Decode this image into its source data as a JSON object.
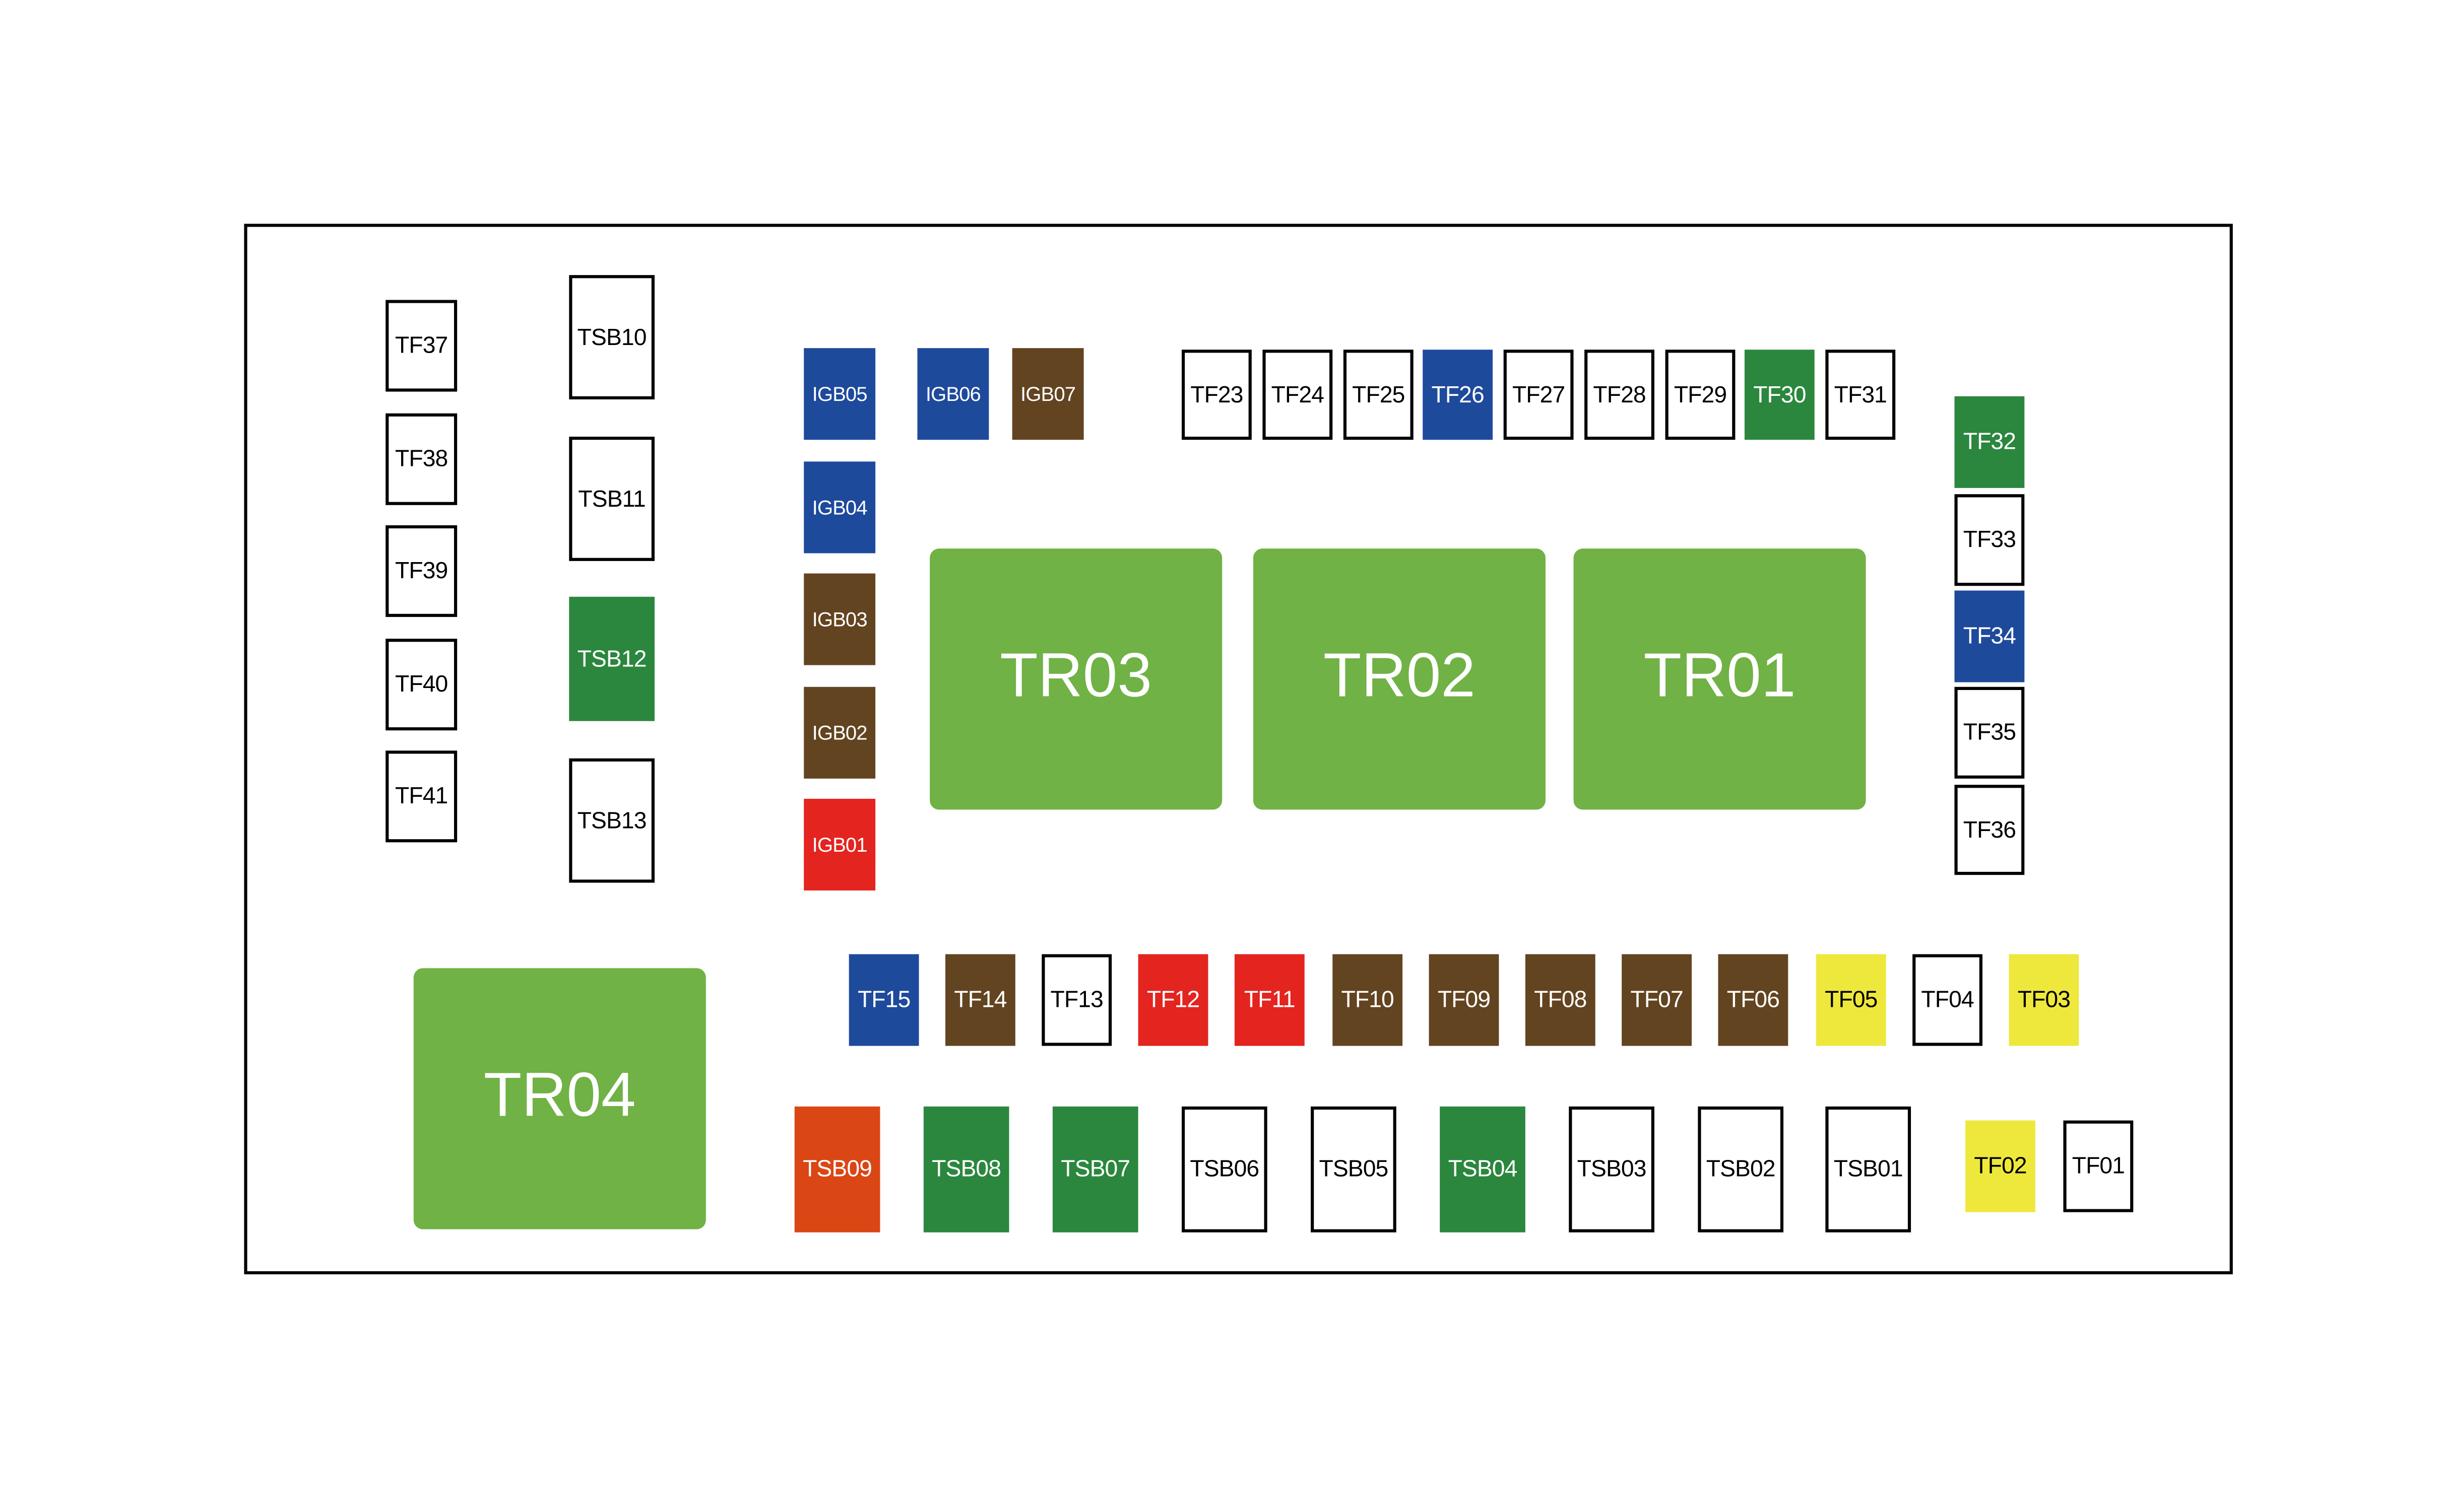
{
  "colors": {
    "blue": "#1e4a9c",
    "brown": "#634420",
    "dark_green": "#2b873e",
    "light_green": "#70b245",
    "red": "#e4241f",
    "orange": "#db4615",
    "yellow": "#eee83c",
    "white": "#ffffff"
  },
  "transformers": [
    {
      "id": "TR01",
      "color": "light_green"
    },
    {
      "id": "TR02",
      "color": "light_green"
    },
    {
      "id": "TR03",
      "color": "light_green"
    },
    {
      "id": "TR04",
      "color": "light_green"
    }
  ],
  "igb": [
    {
      "id": "IGB01",
      "color": "red"
    },
    {
      "id": "IGB02",
      "color": "brown"
    },
    {
      "id": "IGB03",
      "color": "brown"
    },
    {
      "id": "IGB04",
      "color": "blue"
    },
    {
      "id": "IGB05",
      "color": "blue"
    },
    {
      "id": "IGB06",
      "color": "blue"
    },
    {
      "id": "IGB07",
      "color": "brown"
    }
  ],
  "tsb": [
    {
      "id": "TSB01",
      "color": "white"
    },
    {
      "id": "TSB02",
      "color": "white"
    },
    {
      "id": "TSB03",
      "color": "white"
    },
    {
      "id": "TSB04",
      "color": "dark_green"
    },
    {
      "id": "TSB05",
      "color": "white"
    },
    {
      "id": "TSB06",
      "color": "white"
    },
    {
      "id": "TSB07",
      "color": "dark_green"
    },
    {
      "id": "TSB08",
      "color": "dark_green"
    },
    {
      "id": "TSB09",
      "color": "orange"
    },
    {
      "id": "TSB10",
      "color": "white"
    },
    {
      "id": "TSB11",
      "color": "white"
    },
    {
      "id": "TSB12",
      "color": "dark_green"
    },
    {
      "id": "TSB13",
      "color": "white"
    }
  ],
  "tf": {
    "TF01": "white",
    "TF02": "yellow",
    "TF03": "yellow",
    "TF04": "white",
    "TF05": "yellow",
    "TF06": "brown",
    "TF07": "brown",
    "TF08": "brown",
    "TF09": "brown",
    "TF10": "brown",
    "TF11": "red",
    "TF12": "red",
    "TF13": "white",
    "TF14": "brown",
    "TF15": "blue",
    "TF23": "white",
    "TF24": "white",
    "TF25": "white",
    "TF26": "blue",
    "TF27": "white",
    "TF28": "white",
    "TF29": "white",
    "TF30": "dark_green",
    "TF31": "white",
    "TF32": "dark_green",
    "TF33": "white",
    "TF34": "blue",
    "TF35": "white",
    "TF36": "white",
    "TF37": "white",
    "TF38": "white",
    "TF39": "white",
    "TF40": "white",
    "TF41": "white"
  },
  "labels": {
    "TR01": "TR01",
    "TR02": "TR02",
    "TR03": "TR03",
    "TR04": "TR04",
    "IGB01": "IGB01",
    "IGB02": "IGB02",
    "IGB03": "IGB03",
    "IGB04": "IGB04",
    "IGB05": "IGB05",
    "IGB06": "IGB06",
    "IGB07": "IGB07",
    "TSB01": "TSB01",
    "TSB02": "TSB02",
    "TSB03": "TSB03",
    "TSB04": "TSB04",
    "TSB05": "TSB05",
    "TSB06": "TSB06",
    "TSB07": "TSB07",
    "TSB08": "TSB08",
    "TSB09": "TSB09",
    "TSB10": "TSB10",
    "TSB11": "TSB11",
    "TSB12": "TSB12",
    "TSB13": "TSB13",
    "TF01": "TF01",
    "TF02": "TF02",
    "TF03": "TF03",
    "TF04": "TF04",
    "TF05": "TF05",
    "TF06": "TF06",
    "TF07": "TF07",
    "TF08": "TF08",
    "TF09": "TF09",
    "TF10": "TF10",
    "TF11": "TF11",
    "TF12": "TF12",
    "TF13": "TF13",
    "TF14": "TF14",
    "TF15": "TF15",
    "TF23": "TF23",
    "TF24": "TF24",
    "TF25": "TF25",
    "TF26": "TF26",
    "TF27": "TF27",
    "TF28": "TF28",
    "TF29": "TF29",
    "TF30": "TF30",
    "TF31": "TF31",
    "TF32": "TF32",
    "TF33": "TF33",
    "TF34": "TF34",
    "TF35": "TF35",
    "TF36": "TF36",
    "TF37": "TF37",
    "TF38": "TF38",
    "TF39": "TF39",
    "TF40": "TF40",
    "TF41": "TF41"
  }
}
